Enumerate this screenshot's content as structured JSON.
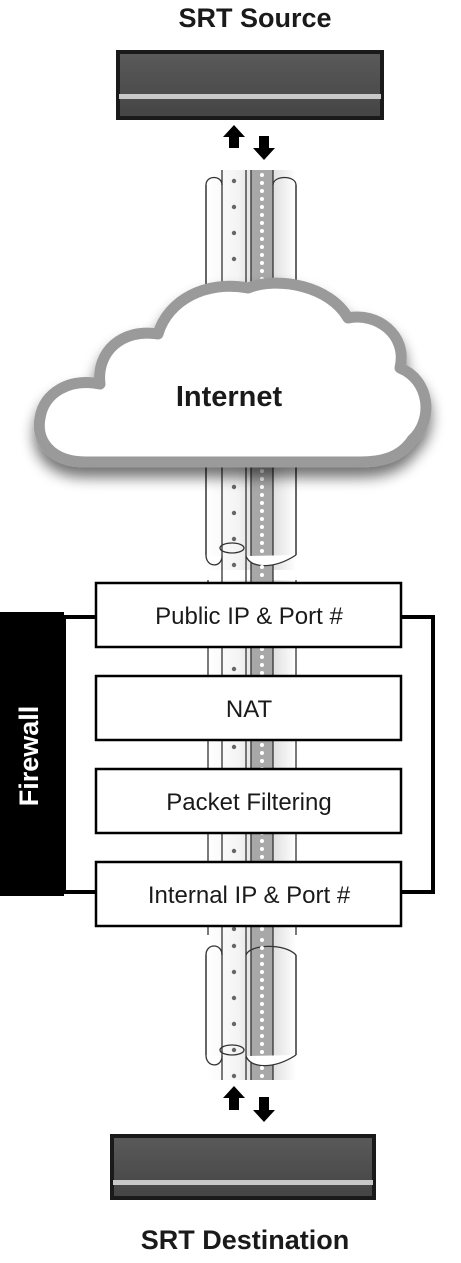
{
  "source": {
    "label": "SRT Source"
  },
  "destination": {
    "label": "SRT Destination"
  },
  "cloud": {
    "label": "Internet"
  },
  "firewall": {
    "label": "Firewall",
    "stages": [
      {
        "label": "Public IP & Port #"
      },
      {
        "label": "NAT"
      },
      {
        "label": "Packet Filtering"
      },
      {
        "label": "Internal IP & Port #"
      }
    ]
  },
  "colors": {
    "device_fill": "#4d4d4d",
    "device_stripe": "#c8c8c8",
    "firewall_fill": "#000000",
    "cloud_stroke": "#9a9a9a"
  }
}
